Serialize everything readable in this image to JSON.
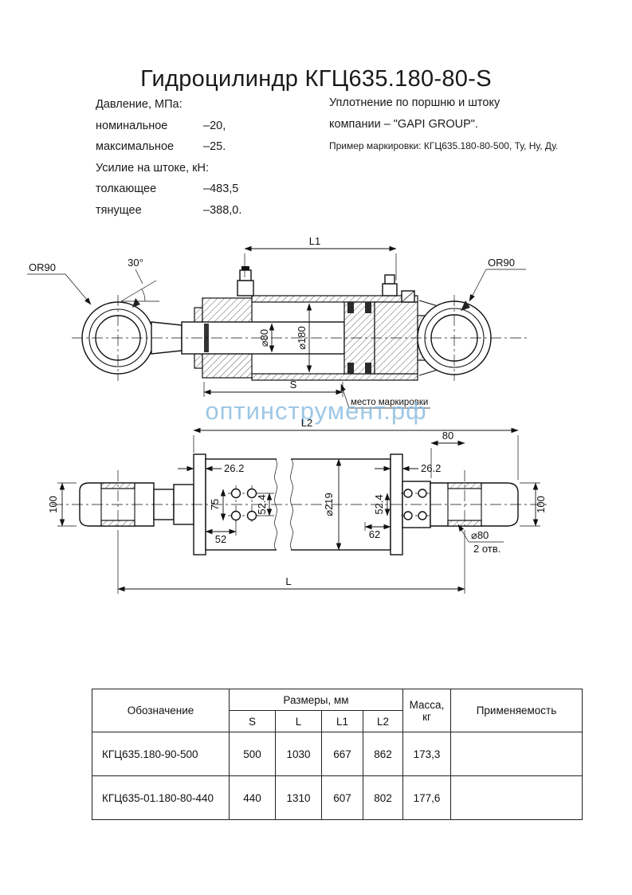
{
  "title": "Гидроцилиндр КГЦ635.180-80-S",
  "specs": {
    "pressure_heading": "Давление, МПа:",
    "pressure_rows": [
      {
        "label": "номинальное",
        "value": "–20,"
      },
      {
        "label": "максимальное",
        "value": "–25."
      }
    ],
    "force_heading": "Усилие на штоке, кН:",
    "force_rows": [
      {
        "label": "толкающее",
        "value": "–483,5"
      },
      {
        "label": "тянущее",
        "value": "–388,0."
      }
    ]
  },
  "seal_note": {
    "line1": "Уплотнение по поршню и штоку",
    "line2": "компании – \"GAPI GROUP\".",
    "line3": "Пример маркировки: КГЦ635.180-80-500, Ту, Ну, Ду."
  },
  "watermark": "оптинструмент.рф",
  "side_view": {
    "dim_L1": "L1",
    "angle_30": "30°",
    "or90_left": "OR90",
    "or90_right": "OR90",
    "dia_180": "⌀180",
    "dia_80": "⌀80",
    "dim_S": "S",
    "marking_note": "место маркировки"
  },
  "bottom_view": {
    "dim_L2": "L2",
    "dim_80": "80",
    "dim_26_2_left": "26.2",
    "dim_26_2_right": "26.2",
    "dim_52_4_left": "52.4",
    "dim_52_4_right": "52.4",
    "dim_75": "75",
    "dim_52": "52",
    "dim_62": "62",
    "dia_219": "⌀219",
    "dim_100_left": "100",
    "dim_100_right": "100",
    "dia_80_holes": "⌀80",
    "holes_count": "2 отв.",
    "dim_L": "L"
  },
  "table": {
    "header": {
      "designation": "Обозначение",
      "sizes_group": "Размеры, мм",
      "size_columns": [
        "S",
        "L",
        "L1",
        "L2"
      ],
      "mass_line1": "Масса,",
      "mass_line2": "кг",
      "application": "Применяемость"
    },
    "rows": [
      {
        "designation": "КГЦ635.180-90-500",
        "S": "500",
        "L": "1030",
        "L1": "667",
        "L2": "862",
        "mass": "173,3",
        "application": ""
      },
      {
        "designation": "КГЦ635-01.180-80-440",
        "S": "440",
        "L": "1310",
        "L1": "607",
        "L2": "802",
        "mass": "177,6",
        "application": ""
      }
    ]
  }
}
